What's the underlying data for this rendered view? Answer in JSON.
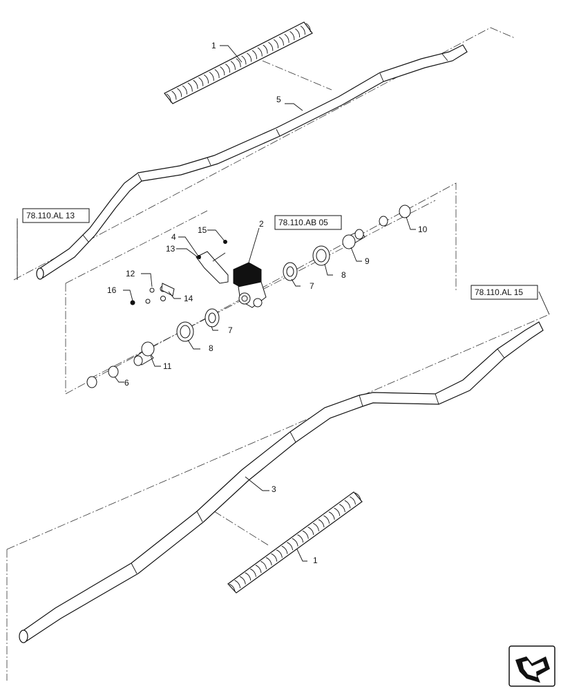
{
  "diagram": {
    "callouts": [
      "1",
      "2",
      "3",
      "4",
      "5",
      "6",
      "7",
      "8",
      "9",
      "10",
      "11",
      "12",
      "13",
      "14",
      "15",
      "16"
    ],
    "references": {
      "ref_left": "78.110.AL 13",
      "ref_center": "78.110.AB 05",
      "ref_right": "78.110.AL 15"
    },
    "nav_icon": "arrow-nav-icon"
  }
}
